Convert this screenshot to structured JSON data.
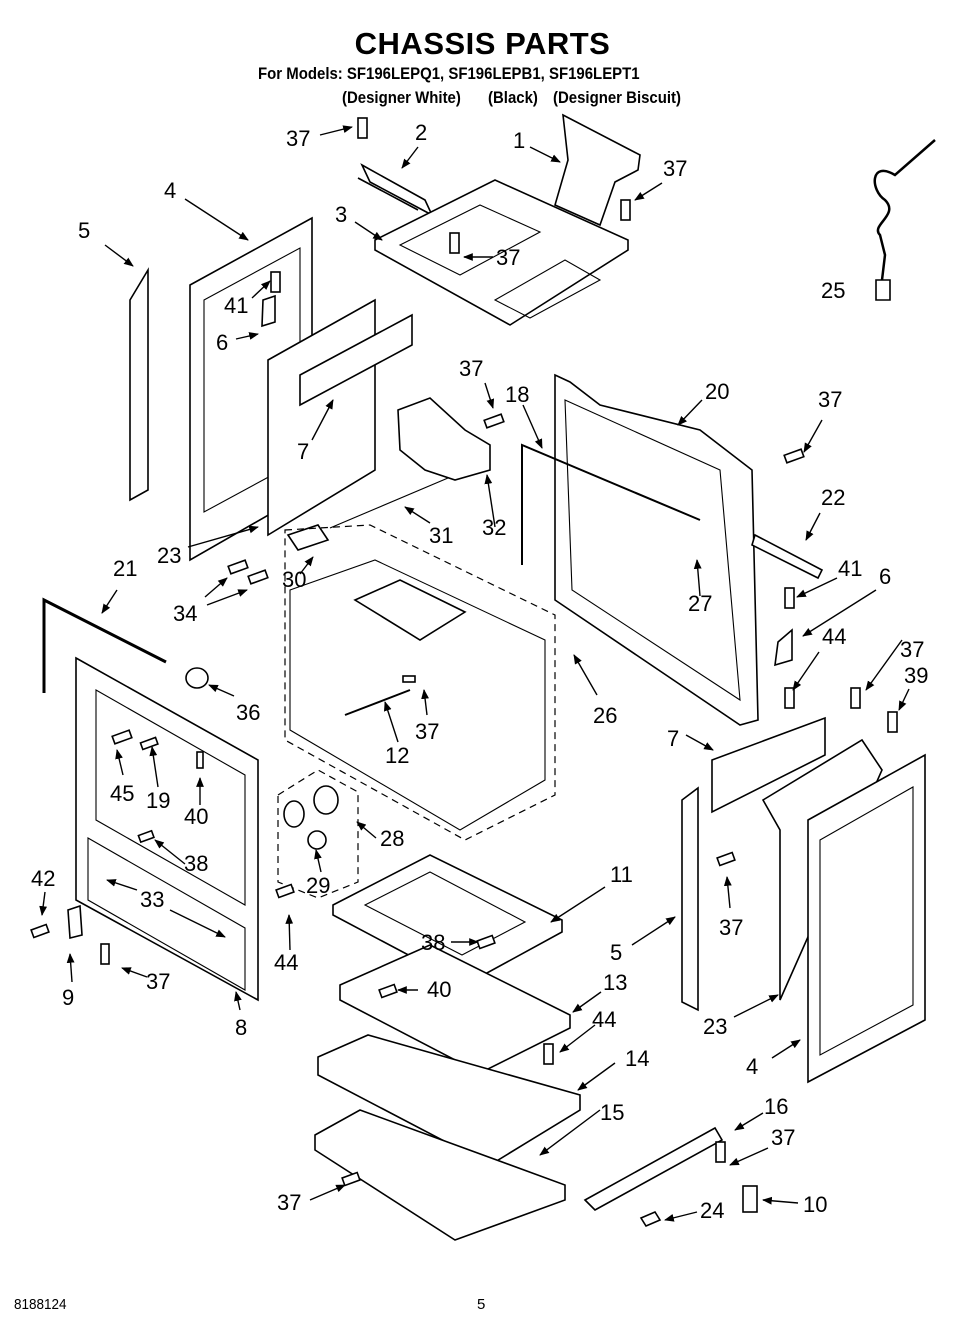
{
  "header": {
    "title": "CHASSIS PARTS",
    "models": "For Models: SF196LEPQ1, SF196LEPB1, SF196LEPT1",
    "variants": [
      "(Designer White)",
      "(Black)",
      "(Designer Biscuit)"
    ]
  },
  "footer": {
    "doc_number": "8188124",
    "page_number": "5"
  },
  "callouts": [
    {
      "id": "c1",
      "label": "1",
      "part": "1"
    },
    {
      "id": "c2",
      "label": "2",
      "part": "2"
    },
    {
      "id": "c3",
      "label": "3",
      "part": "3"
    },
    {
      "id": "c4a",
      "label": "4",
      "part": "4"
    },
    {
      "id": "c4b",
      "label": "4",
      "part": "4"
    },
    {
      "id": "c5a",
      "label": "5",
      "part": "5"
    },
    {
      "id": "c5b",
      "label": "5",
      "part": "5"
    },
    {
      "id": "c6a",
      "label": "6",
      "part": "6"
    },
    {
      "id": "c6b",
      "label": "6",
      "part": "6"
    },
    {
      "id": "c7a",
      "label": "7",
      "part": "7"
    },
    {
      "id": "c7b",
      "label": "7",
      "part": "7"
    },
    {
      "id": "c8",
      "label": "8",
      "part": "8"
    },
    {
      "id": "c9",
      "label": "9",
      "part": "9"
    },
    {
      "id": "c10",
      "label": "10",
      "part": "10"
    },
    {
      "id": "c11",
      "label": "11",
      "part": "11"
    },
    {
      "id": "c12",
      "label": "12",
      "part": "12"
    },
    {
      "id": "c13",
      "label": "13",
      "part": "13"
    },
    {
      "id": "c14",
      "label": "14",
      "part": "14"
    },
    {
      "id": "c15",
      "label": "15",
      "part": "15"
    },
    {
      "id": "c16",
      "label": "16",
      "part": "16"
    },
    {
      "id": "c18",
      "label": "18",
      "part": "18"
    },
    {
      "id": "c19",
      "label": "19",
      "part": "19"
    },
    {
      "id": "c20",
      "label": "20",
      "part": "20"
    },
    {
      "id": "c21",
      "label": "21",
      "part": "21"
    },
    {
      "id": "c22",
      "label": "22",
      "part": "22"
    },
    {
      "id": "c23a",
      "label": "23",
      "part": "23"
    },
    {
      "id": "c23b",
      "label": "23",
      "part": "23"
    },
    {
      "id": "c24",
      "label": "24",
      "part": "24"
    },
    {
      "id": "c25",
      "label": "25",
      "part": "25"
    },
    {
      "id": "c26",
      "label": "26",
      "part": "26"
    },
    {
      "id": "c27",
      "label": "27",
      "part": "27"
    },
    {
      "id": "c28",
      "label": "28",
      "part": "28"
    },
    {
      "id": "c29",
      "label": "29",
      "part": "29"
    },
    {
      "id": "c30",
      "label": "30",
      "part": "30"
    },
    {
      "id": "c31",
      "label": "31",
      "part": "31"
    },
    {
      "id": "c32",
      "label": "32",
      "part": "32"
    },
    {
      "id": "c33",
      "label": "33",
      "part": "33"
    },
    {
      "id": "c34",
      "label": "34",
      "part": "34"
    },
    {
      "id": "c36",
      "label": "36",
      "part": "36"
    },
    {
      "id": "c37a",
      "label": "37",
      "part": "37"
    },
    {
      "id": "c37b",
      "label": "37",
      "part": "37"
    },
    {
      "id": "c37c",
      "label": "37",
      "part": "37"
    },
    {
      "id": "c37d",
      "label": "37",
      "part": "37"
    },
    {
      "id": "c37e",
      "label": "37",
      "part": "37"
    },
    {
      "id": "c37f",
      "label": "37",
      "part": "37"
    },
    {
      "id": "c37g",
      "label": "37",
      "part": "37"
    },
    {
      "id": "c37h",
      "label": "37",
      "part": "37"
    },
    {
      "id": "c37i",
      "label": "37",
      "part": "37"
    },
    {
      "id": "c37j",
      "label": "37",
      "part": "37"
    },
    {
      "id": "c37k",
      "label": "37",
      "part": "37"
    },
    {
      "id": "c38a",
      "label": "38",
      "part": "38"
    },
    {
      "id": "c38b",
      "label": "38",
      "part": "38"
    },
    {
      "id": "c39",
      "label": "39",
      "part": "39"
    },
    {
      "id": "c40a",
      "label": "40",
      "part": "40"
    },
    {
      "id": "c40b",
      "label": "40",
      "part": "40"
    },
    {
      "id": "c41a",
      "label": "41",
      "part": "41"
    },
    {
      "id": "c41b",
      "label": "41",
      "part": "41"
    },
    {
      "id": "c42",
      "label": "42",
      "part": "42"
    },
    {
      "id": "c44a",
      "label": "44",
      "part": "44"
    },
    {
      "id": "c44b",
      "label": "44",
      "part": "44"
    },
    {
      "id": "c44c",
      "label": "44",
      "part": "44"
    },
    {
      "id": "c45",
      "label": "45",
      "part": "45"
    }
  ]
}
